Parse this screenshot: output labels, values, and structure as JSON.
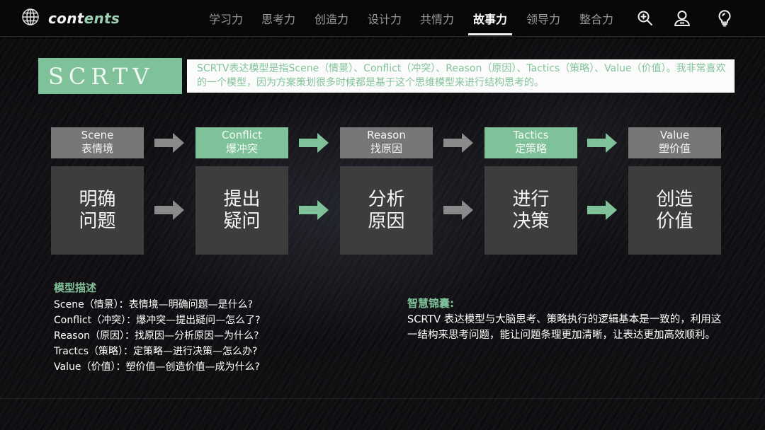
{
  "header": {
    "brand": {
      "prefix": "cont",
      "accent": "ents",
      "icon": "globe-icon"
    },
    "nav": [
      {
        "label": "学习力",
        "active": false
      },
      {
        "label": "思考力",
        "active": false
      },
      {
        "label": "创造力",
        "active": false
      },
      {
        "label": "设计力",
        "active": false
      },
      {
        "label": "共情力",
        "active": false
      },
      {
        "label": "故事力",
        "active": true
      },
      {
        "label": "领导力",
        "active": false
      },
      {
        "label": "整合力",
        "active": false
      }
    ],
    "icons": [
      "zoom-in-icon",
      "user-icon",
      "lightbulb-icon"
    ]
  },
  "title": {
    "label": "SCRTV",
    "description": "SCRTV表达模型是指Scene（情景）、Conflict（冲突）、Reason（原因）、Tactics（策略）、Value（价值）。我非常喜欢的一个模型，因为方案策划很多时候都是基于这个思维模型来进行结构思考的。"
  },
  "colors": {
    "accent_green": "#7fc198",
    "head_gray": "#777777",
    "body_gray": "#3d3d3d",
    "arrow_gray": "#8a8a8a"
  },
  "flow": {
    "steps": [
      {
        "en": "Scene",
        "zh": "表情境",
        "body": "明确问题",
        "style": "gray"
      },
      {
        "en": "Conflict",
        "zh": "爆冲突",
        "body": "提出疑问",
        "style": "green"
      },
      {
        "en": "Reason",
        "zh": "找原因",
        "body": "分析原因",
        "style": "gray"
      },
      {
        "en": "Tactics",
        "zh": "定策略",
        "body": "进行决策",
        "style": "green"
      },
      {
        "en": "Value",
        "zh": "塑价值",
        "body": "创造价值",
        "style": "gray"
      }
    ],
    "arrows": [
      "gray",
      "green",
      "gray",
      "green"
    ]
  },
  "model_description": {
    "title": "模型描述",
    "lines": [
      "Scene（情景）：表情境—明确问题—是什么?",
      "Conflict（冲突）：爆冲突—提出疑问—怎么了?",
      "Reason（原因）：找原因—分析原因—为什么?",
      "Tractcs（策略）：定策略—进行决策—怎么办?",
      "Value（价值）：塑价值—创造价值—成为什么?"
    ]
  },
  "tips": {
    "title": "智慧锦囊:",
    "text": "SCRTV 表达模型与大脑思考、策略执行的逻辑基本是一致的，利用这一结构来思考问题，能让问题条理更加清晰，让表达更加高效顺利。"
  }
}
